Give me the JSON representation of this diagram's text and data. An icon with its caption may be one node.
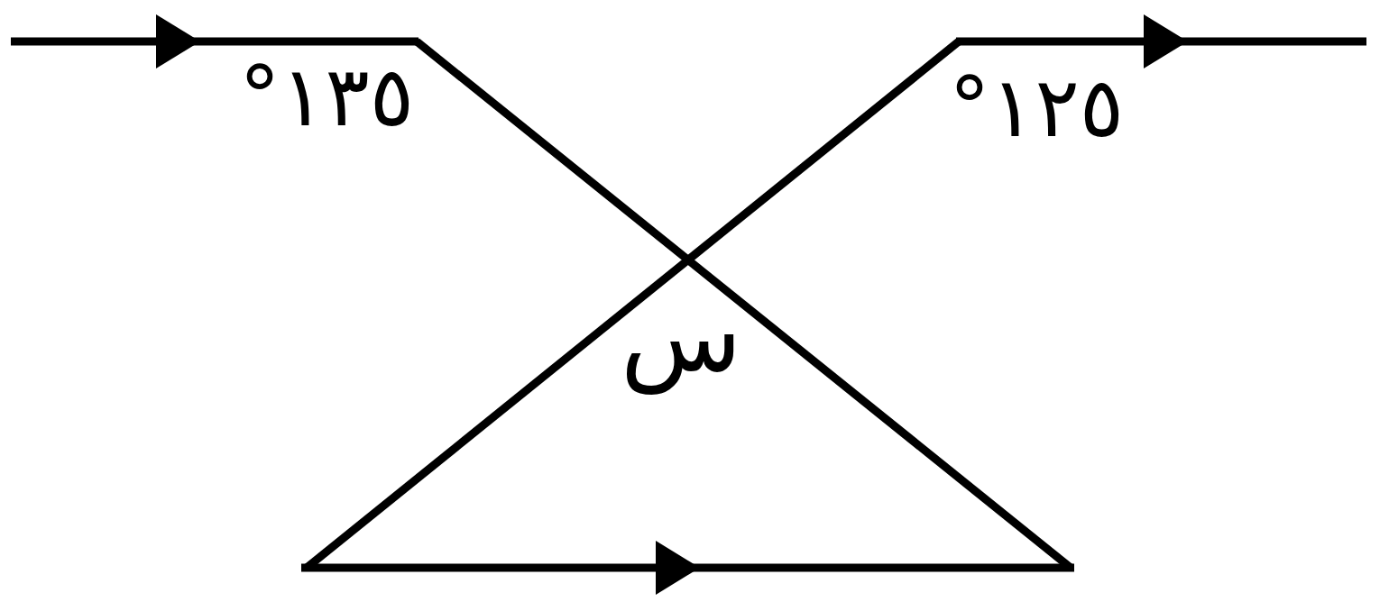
{
  "diagram": {
    "labels": [
      "١٣٥°",
      "١٢٥°",
      "س"
    ]
  }
}
